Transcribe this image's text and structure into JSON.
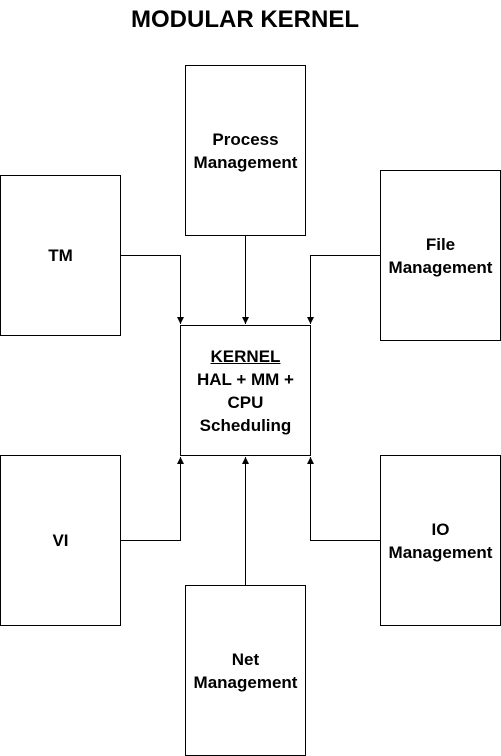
{
  "title": "MODULAR KERNEL",
  "nodes": {
    "process": {
      "line1": "Process",
      "line2": "Management"
    },
    "tm": {
      "label": "TM"
    },
    "file": {
      "line1": "File",
      "line2": "Management"
    },
    "kernel": {
      "title": "KERNEL",
      "line1": "HAL + MM +",
      "line2": "CPU",
      "line3": "Scheduling"
    },
    "vi": {
      "label": "VI"
    },
    "io": {
      "line1": "IO",
      "line2": "Management"
    },
    "net": {
      "line1": "Net",
      "line2": "Management"
    }
  },
  "edges": [
    {
      "from": "Process Management",
      "to": "KERNEL"
    },
    {
      "from": "TM",
      "to": "KERNEL"
    },
    {
      "from": "File Management",
      "to": "KERNEL"
    },
    {
      "from": "VI",
      "to": "KERNEL"
    },
    {
      "from": "Net Management",
      "to": "KERNEL"
    },
    {
      "from": "IO Management",
      "to": "KERNEL"
    }
  ]
}
